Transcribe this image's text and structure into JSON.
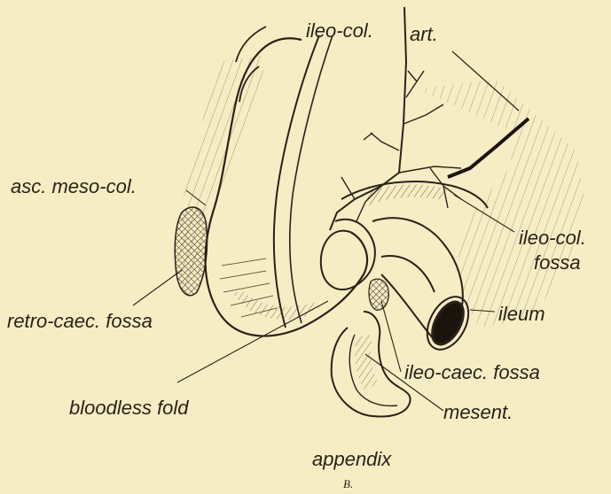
{
  "labels": {
    "ileo_col": "ileo-col.",
    "art": "art.",
    "asc_meso_col": "asc. meso-col.",
    "ileo_col_fossa_1": "ileo-col.",
    "ileo_col_fossa_2": "fossa",
    "ileum": "ileum",
    "retro_caec_fossa": "retro-caec. fossa",
    "ileo_caec_fossa": "ileo-caec. fossa",
    "bloodless_fold": "bloodless fold",
    "mesent": "mesent.",
    "appendix": "appendix",
    "figure_caption": "B."
  },
  "colors": {
    "paper": "#f6edc4",
    "ink": "#2a2218"
  }
}
